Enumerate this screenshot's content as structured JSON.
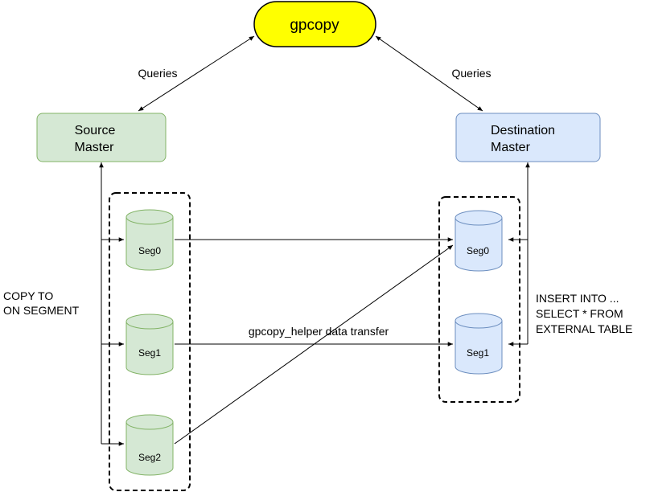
{
  "nodes": {
    "gpcopy": {
      "label": "gpcopy",
      "fill": "#ffff00",
      "stroke": "#000000"
    },
    "source_master": {
      "line1": "Source",
      "line2": "Master",
      "fill": "#d5e8d4",
      "stroke": "#82b366"
    },
    "destination_master": {
      "line1": "Destination",
      "line2": "Master",
      "fill": "#dae8fc",
      "stroke": "#6c8ebf"
    },
    "source_segments": [
      {
        "label": "Seg0"
      },
      {
        "label": "Seg1"
      },
      {
        "label": "Seg2"
      }
    ],
    "destination_segments": [
      {
        "label": "Seg0"
      },
      {
        "label": "Seg1"
      }
    ]
  },
  "labels": {
    "queries_left": "Queries",
    "queries_right": "Queries",
    "copy_to": {
      "line1": "COPY TO",
      "line2": "ON SEGMENT"
    },
    "insert_into": {
      "line1": "INSERT INTO ...",
      "line2": "SELECT * FROM",
      "line3": "EXTERNAL TABLE"
    },
    "transfer": "gpcopy_helper data transfer"
  },
  "colors": {
    "source": "#d5e8d4",
    "source_stroke": "#82b366",
    "destination": "#dae8fc",
    "destination_stroke": "#6c8ebf",
    "highlight": "#ffff00"
  }
}
